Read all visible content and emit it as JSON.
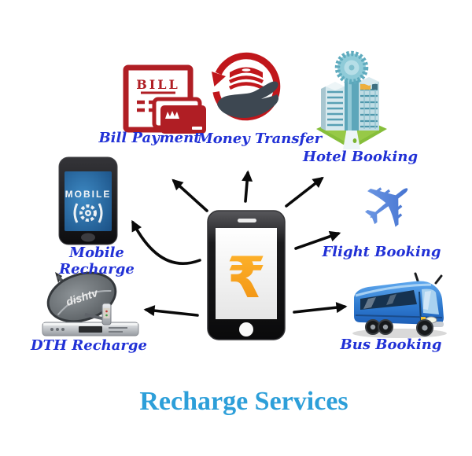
{
  "title": {
    "text": "Recharge Services"
  },
  "colors": {
    "label_blue": "#2131D6",
    "title_blue": "#2D9FD9",
    "bill_red": "#B01E24",
    "ring_red": "#C0171C",
    "rupee_orange": "#F7A31C",
    "plane_blue": "#4A7FD4",
    "bus_blue": "#2F7BD0",
    "hotel_teal": "#6FB3C6",
    "hotel_green": "#86BE3A",
    "arrow_black": "#0A0A0A"
  },
  "center_phone": {
    "name": "smartphone-with-rupee",
    "currency_symbol": "₹"
  },
  "services": [
    {
      "id": "bill-payment",
      "label": "Bill Payment",
      "icon": "bill-document-card-icon",
      "texts": {
        "bill": "BILL"
      }
    },
    {
      "id": "money-transfer",
      "label": "Money Transfer",
      "icon": "hand-money-cycle-icon"
    },
    {
      "id": "hotel-booking",
      "label": "Hotel Booking",
      "icon": "hotel-building-icon"
    },
    {
      "id": "mobile-recharge",
      "label": "Mobile Recharge",
      "icon": "mobile-phone-gear-icon",
      "texts": {
        "screen": "MOBILE"
      }
    },
    {
      "id": "dth-recharge",
      "label": "DTH Recharge",
      "icon": "satellite-dish-icon",
      "texts": {
        "brand": "dishtv"
      }
    },
    {
      "id": "flight-booking",
      "label": "Flight Booking",
      "icon": "airplane-icon",
      "texts": {
        "glyph": "✈"
      }
    },
    {
      "id": "bus-booking",
      "label": "Bus Booking",
      "icon": "bus-icon"
    }
  ]
}
